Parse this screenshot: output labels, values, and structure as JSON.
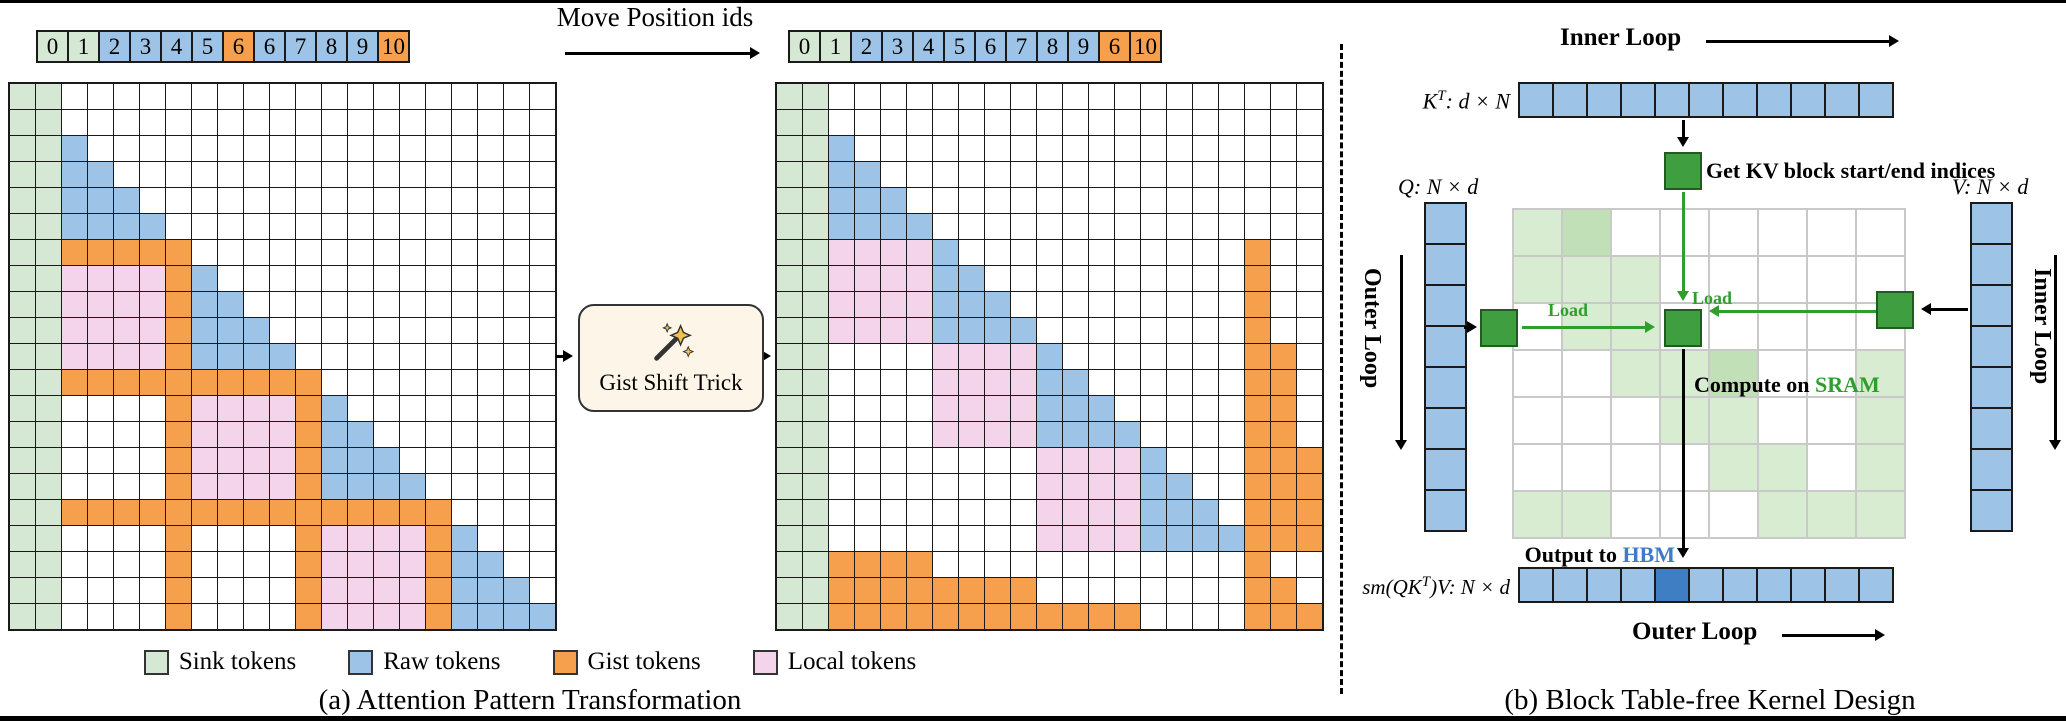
{
  "colors": {
    "cell_map": {
      "W": "#ffffff",
      "G": "#d5e8d4",
      "B": "#9dc3e6",
      "O": "#f6a04d",
      "P": "#f3d4ea"
    },
    "raw": "#9dc3e6",
    "dark_green": "#3f9e3f",
    "dark_green_border": "#1d5e1d",
    "pale_green": "#d7ecd0",
    "pale_green2": "#c2e0b8",
    "dark_blue": "#3f7ec2",
    "green_text": "#2f9e2f",
    "hbm_blue": "#3e7cc7",
    "box_bg": "#fdf6e8"
  },
  "panel_a": {
    "caption": "(a) Attention Pattern Transformation",
    "move_label": "Move Position ids",
    "box_label": "Gist Shift Trick",
    "seq_before": {
      "values": [
        "0",
        "1",
        "2",
        "3",
        "4",
        "5",
        "6",
        "6",
        "7",
        "8",
        "9",
        "10"
      ],
      "types": [
        "G",
        "G",
        "B",
        "B",
        "B",
        "B",
        "O",
        "B",
        "B",
        "B",
        "B",
        "O"
      ]
    },
    "seq_after": {
      "values": [
        "0",
        "1",
        "2",
        "3",
        "4",
        "5",
        "6",
        "7",
        "8",
        "9",
        "6",
        "10"
      ],
      "types": [
        "G",
        "G",
        "B",
        "B",
        "B",
        "B",
        "B",
        "B",
        "B",
        "B",
        "O",
        "O"
      ]
    },
    "grid_before": [
      "GGWWWWWWWWWWWWWWWWWWW",
      "GGWWWWWWWWWWWWWWWWWWW",
      "GGBWWWWWWWWWWWWWWWWWW",
      "GGBBWWWWWWWWWWWWWWWWW",
      "GGBBBWWWWWWWWWWWWWWWW",
      "GGBBBBWWWWWWWWWWWWWWW",
      "GGOOOOOWWWWWWWWWWWWWW",
      "GGPPPPOBWWWWWWWWWWWWW",
      "GGPPPPOBBWWWWWWWWWWWW",
      "GGPPPPOBBBWWWWWWWWWWW",
      "GGPPPPOBBBBWWWWWWWWWW",
      "GGOOOOOOOOOOWWWWWWWWW",
      "GGWWWWOPPPPOBWWWWWWWW",
      "GGWWWWOPPPPOBBWWWWWWW",
      "GGWWWWOPPPPOBBBWWWWWW",
      "GGWWWWOPPPPOBBBBWWWWW",
      "GGOOOOOOOOOOOOOOOWWWW",
      "GGWWWWOWWWWOPPPPOBWWW",
      "GGWWWWOWWWWOPPPPOBBWW",
      "GGWWWWOWWWWOPPPPOBBBW",
      "GGWWWWOWWWWOPPPPOBBBB"
    ],
    "grid_after": [
      "GGWWWWWWWWWWWWWWWWWWW",
      "GGWWWWWWWWWWWWWWWWWWW",
      "GGBWWWWWWWWWWWWWWWWWW",
      "GGBBWWWWWWWWWWWWWWWWW",
      "GGBBBWWWWWWWWWWWWWWWW",
      "GGBBBBWWWWWWWWWWWWWWW",
      "GGPPPPBWWWWWWWWWWWOWW",
      "GGPPPPBBWWWWWWWWWWOWW",
      "GGPPPPBBBWWWWWWWWWOWW",
      "GGPPPPBBBBWWWWWWWWOWW",
      "GGWWWWPPPPBWWWWWWWOOW",
      "GGWWWWPPPPBBWWWWWWOOW",
      "GGWWWWPPPPBBBWWWWWOOW",
      "GGWWWWPPPPBBBBWWWWOOW",
      "GGWWWWWWWWPPPPBWWWOOO",
      "GGWWWWWWWWPPPPBBWWOOO",
      "GGWWWWWWWWPPPPBBBWOOO",
      "GGWWWWWWWWPPPPBBBBOOO",
      "GGOOOOWWWWWWWWWWWWOWW",
      "GGOOOOOOOOWWWWWWWWOOW",
      "GGOOOOOOOOOOOOWWWWOOO"
    ],
    "legend": [
      {
        "label": "Sink tokens",
        "type": "G"
      },
      {
        "label": "Raw tokens",
        "type": "B"
      },
      {
        "label": "Gist tokens",
        "type": "O"
      },
      {
        "label": "Local tokens",
        "type": "P"
      }
    ]
  },
  "panel_b": {
    "caption": "(b) Block Table-free Kernel Design",
    "inner_loop_top": "Inner Loop",
    "inner_loop_right": "Inner Loop",
    "outer_loop_left": "Outer Loop",
    "outer_loop_bottom": "Outer Loop",
    "k_label": {
      "base": "K",
      "sup": "T",
      "rest": ": d × N"
    },
    "q_label": "Q: N × d",
    "v_label": "V: N × d",
    "out_label": {
      "base": "sm(QK",
      "sup": "T",
      "rest": ")V: N × d"
    },
    "get_kv": "Get KV block start/end indices",
    "compute_on": "Compute on ",
    "sram": "SRAM",
    "output_to": "Output to ",
    "hbm": "HBM",
    "load1": "Load",
    "load2": "Load",
    "k_row": {
      "n": 11
    },
    "out_row": {
      "n": 11,
      "dark": 4
    },
    "q_col": {
      "n": 8
    },
    "v_col": {
      "n": 8
    },
    "kv_grid": [
      "gG......",
      "ggg.....",
      ".gg.....",
      "..ggG..g",
      "...gg..g",
      "....gg.g",
      "gg...ggg"
    ]
  }
}
